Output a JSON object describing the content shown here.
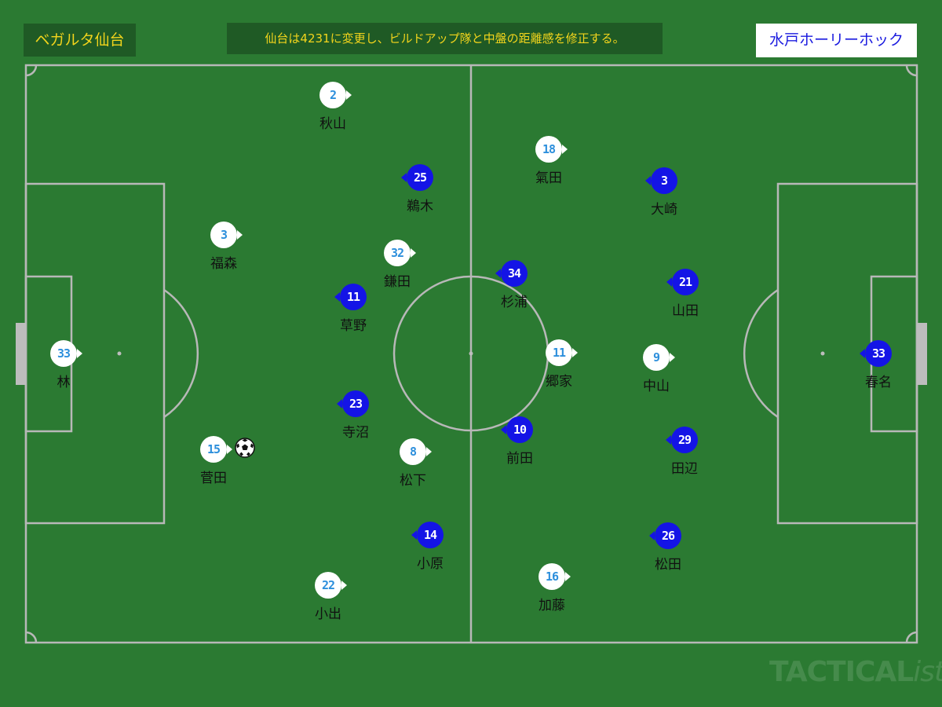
{
  "header": {
    "team_left": "ベガルタ仙台",
    "headline": "仙台は4231に変更し、ビルドアップ隊と中盤の距離感を修正する。",
    "team_right": "水戸ホーリーホック"
  },
  "watermark": {
    "bold": "TACTICAL",
    "light": "ista"
  },
  "colors": {
    "pitch": "#2b7a32",
    "lines": "#b8b8b8",
    "home_marker": "#ffffff",
    "home_number": "#2d8fdc",
    "away_marker": "#1414e6",
    "away_number": "#ffffff",
    "title_text": "#f2d41c",
    "title_bg": "#1f5a25"
  },
  "home_players": [
    {
      "number": "2",
      "name": "秋山"
    },
    {
      "number": "18",
      "name": "氣田"
    },
    {
      "number": "3",
      "name": "福森"
    },
    {
      "number": "32",
      "name": "鎌田"
    },
    {
      "number": "33",
      "name": "林"
    },
    {
      "number": "11",
      "name": "郷家"
    },
    {
      "number": "9",
      "name": "中山"
    },
    {
      "number": "15",
      "name": "菅田"
    },
    {
      "number": "8",
      "name": "松下"
    },
    {
      "number": "22",
      "name": "小出"
    },
    {
      "number": "16",
      "name": "加藤"
    }
  ],
  "away_players": [
    {
      "number": "25",
      "name": "鵜木"
    },
    {
      "number": "3",
      "name": "大崎"
    },
    {
      "number": "34",
      "name": "杉浦"
    },
    {
      "number": "21",
      "name": "山田"
    },
    {
      "number": "11",
      "name": "草野"
    },
    {
      "number": "33",
      "name": "春名"
    },
    {
      "number": "23",
      "name": "寺沼"
    },
    {
      "number": "10",
      "name": "前田"
    },
    {
      "number": "29",
      "name": "田辺"
    },
    {
      "number": "14",
      "name": "小原"
    },
    {
      "number": "26",
      "name": "松田"
    }
  ],
  "ball_icon": "soccer-ball-icon"
}
